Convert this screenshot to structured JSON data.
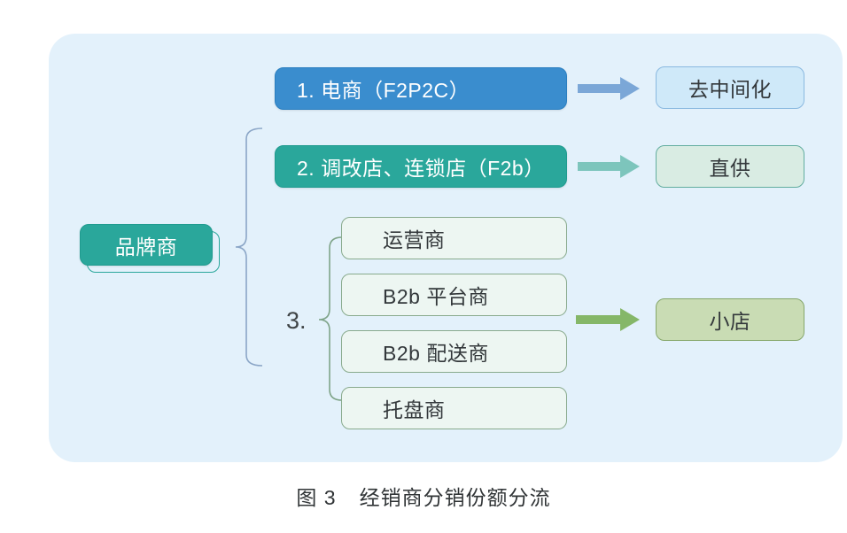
{
  "figure": {
    "caption_prefix": "图 3",
    "caption_text": "经销商分销份额分流"
  },
  "diagram": {
    "root": {
      "label": "品牌商"
    },
    "branches": [
      {
        "label": "1. 电商（F2P2C）",
        "result": "去中间化"
      },
      {
        "label": "2. 调改店、连锁店（F2b）",
        "result": "直供"
      },
      {
        "label": "3.",
        "result": "小店",
        "items": [
          "运营商",
          "B2b 平台商",
          "B2b 配送商",
          "托盘商"
        ]
      }
    ],
    "colors": {
      "panel_bg": "#e3f1fb",
      "node_blue": "#3a8dce",
      "node_teal": "#2aa79b",
      "result_blue_bg": "#cfe9f9",
      "result_mint_bg": "#d9ece3",
      "result_green_bg": "#c9dcb4",
      "mid_box_border": "#88aa8d",
      "arrow_blue": "#7ba7d7",
      "arrow_teal": "#7dc5bc",
      "arrow_green": "#85b768",
      "brace_root": "#8ba6c7",
      "brace_group3": "#7fa489"
    }
  }
}
